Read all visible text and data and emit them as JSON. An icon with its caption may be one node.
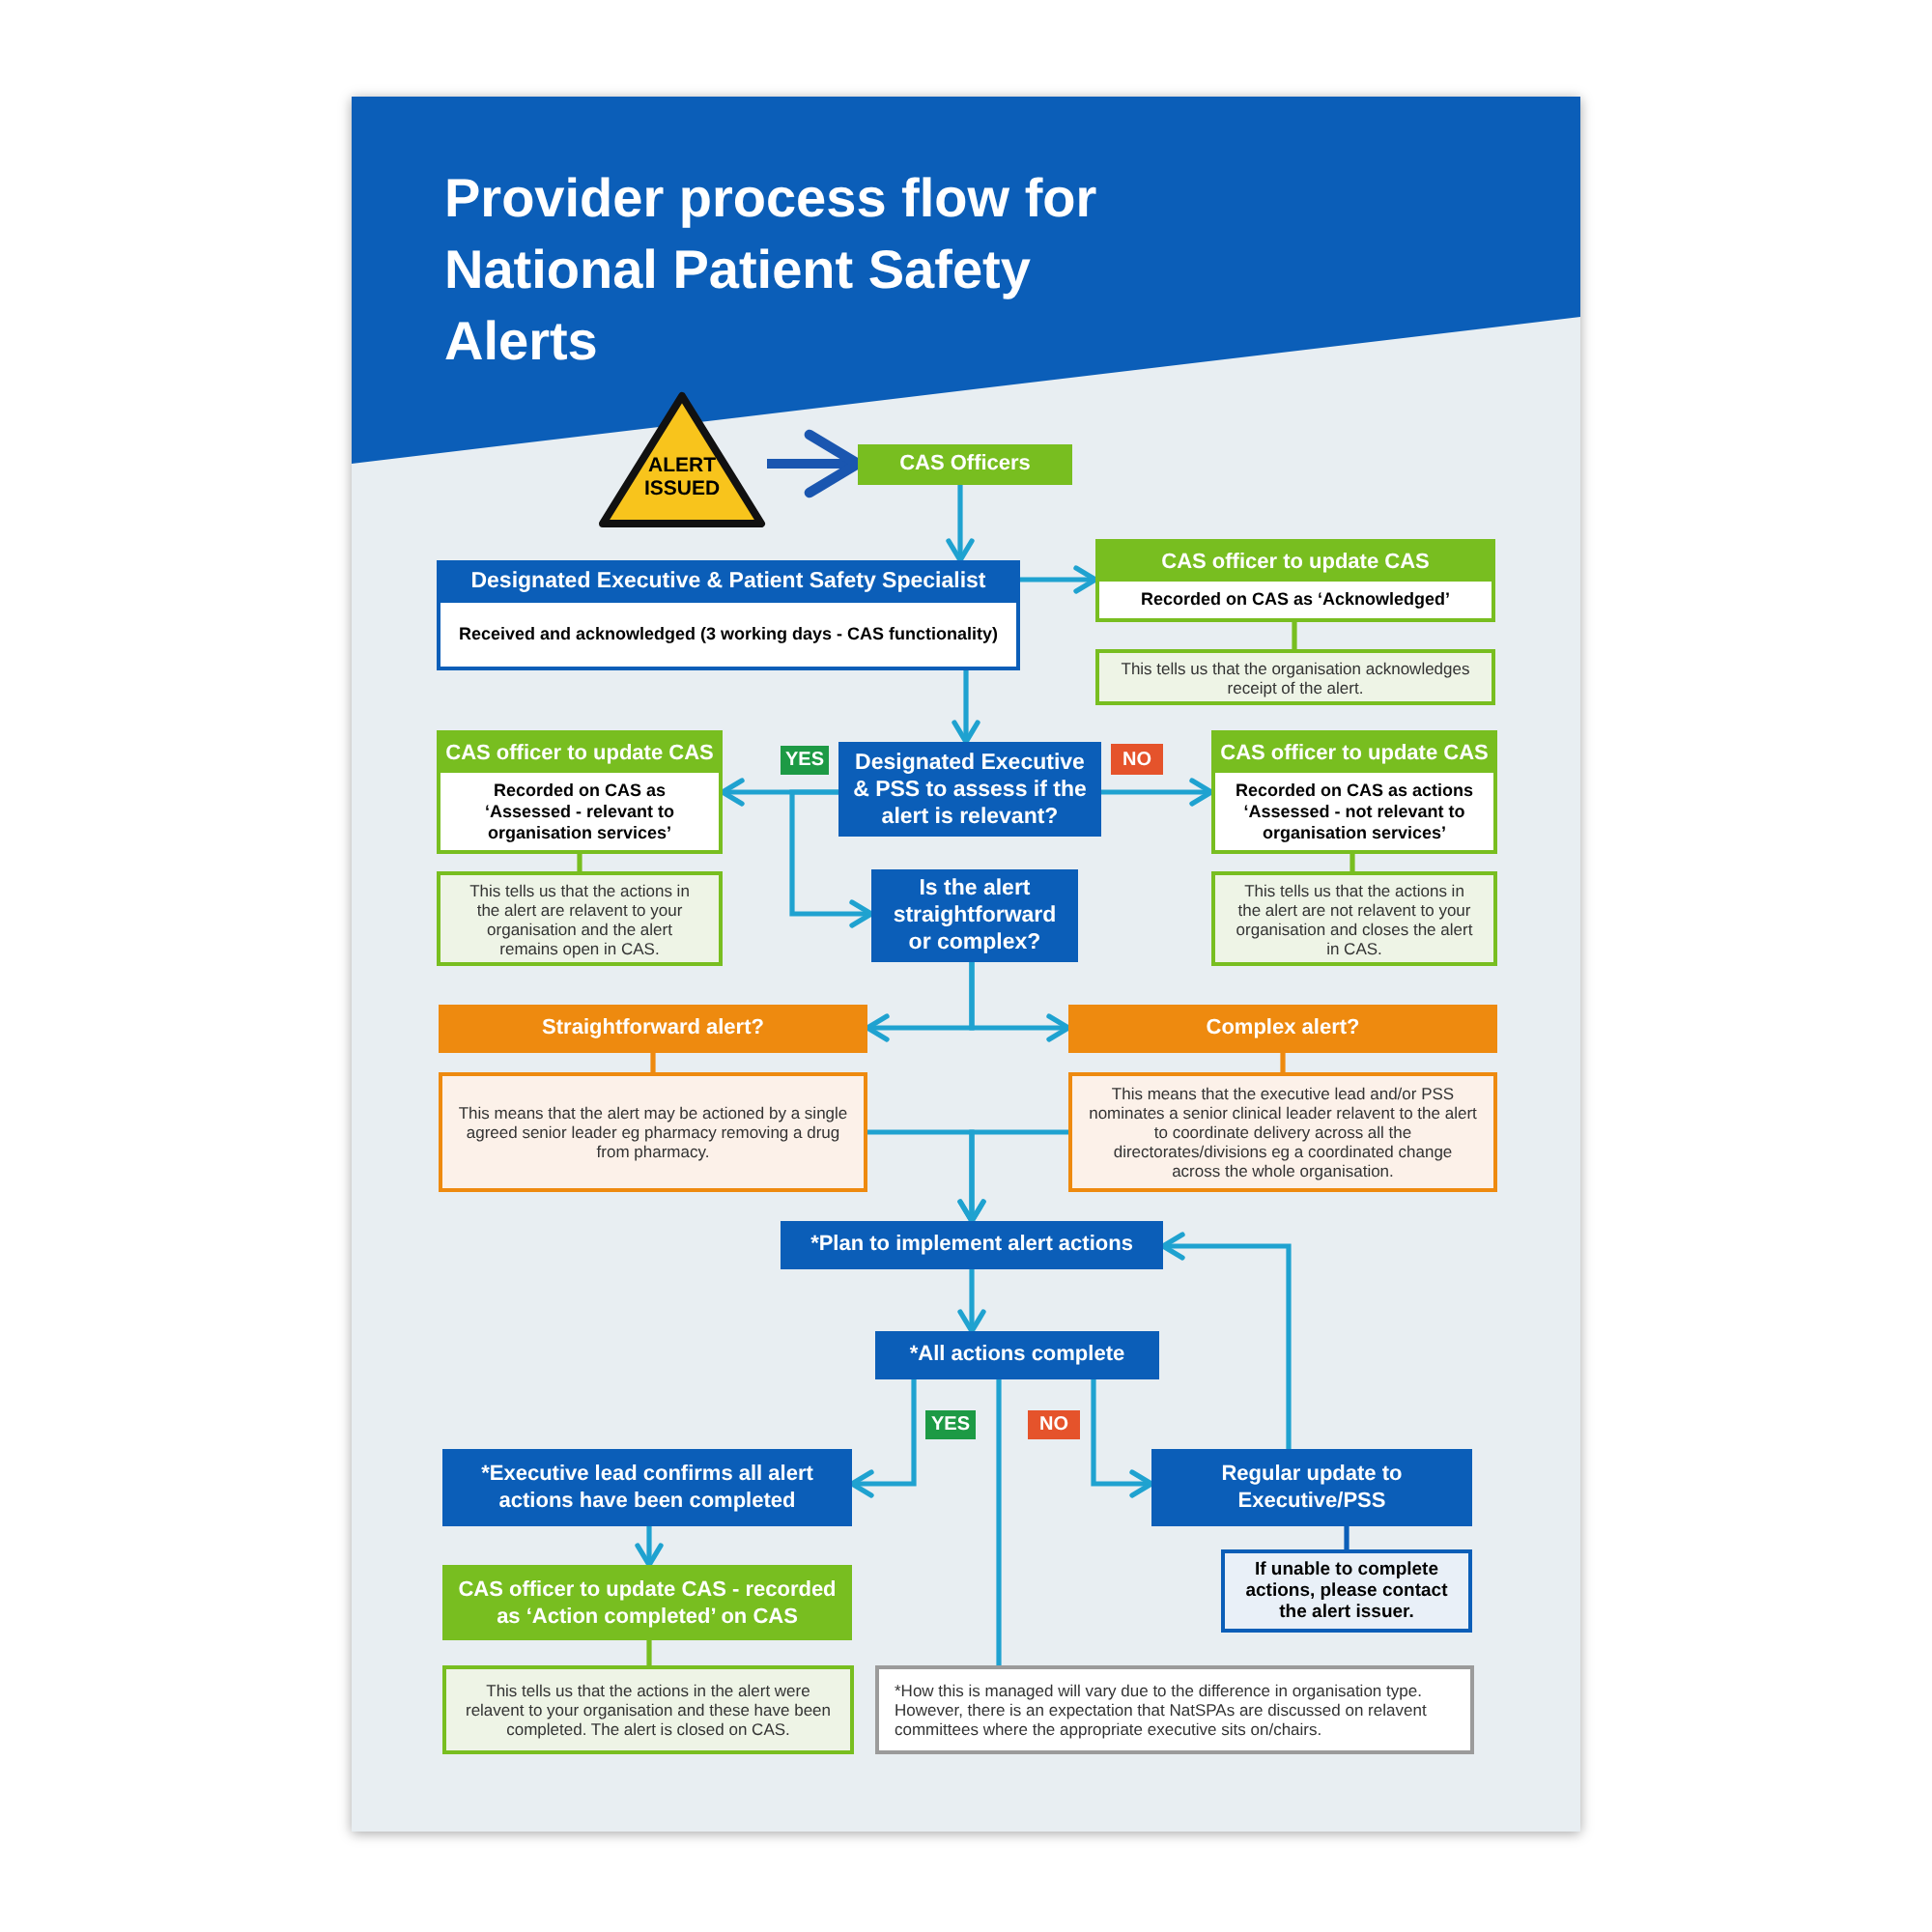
{
  "diagram": {
    "title": "Provider process flow for National Patient Safety Alerts",
    "nodes": [
      {
        "text": [
          "ALERT ISSUED"
        ]
      },
      {
        "text": [
          "CAS Officers"
        ]
      },
      {
        "text": [
          "Designated Executive & Patient Safety Specialist",
          "Received and acknowledged (3 working days - CAS functionality)"
        ]
      },
      {
        "text": [
          "CAS officer to update CAS",
          "Recorded on CAS as ‘Acknowledged’"
        ]
      },
      {
        "text": [
          "This tells us that the organisation acknowledges receipt of the alert."
        ]
      },
      {
        "text": [
          "CAS officer to update CAS",
          "Recorded on CAS as ‘Assessed - relevant to organisation services’"
        ]
      },
      {
        "text": [
          "This tells us that the actions in the alert are relavent to your organisation and the alert remains open in CAS."
        ]
      },
      {
        "text": [
          "Designated Executive & PSS to assess if the alert is relevant?"
        ]
      },
      {
        "text": [
          "CAS officer to update CAS",
          "Recorded on CAS as actions ‘Assessed - not relevant to organisation services’"
        ]
      },
      {
        "text": [
          "This tells us that the actions in the alert are not relavent to your organisation and closes the alert in CAS."
        ]
      },
      {
        "text": [
          "Is the alert straightforward or complex?"
        ]
      },
      {
        "text": [
          "Straightforward alert?"
        ]
      },
      {
        "text": [
          "This means that the alert may be actioned by a single agreed senior leader eg pharmacy removing a drug from pharmacy."
        ]
      },
      {
        "text": [
          "Complex alert?"
        ]
      },
      {
        "text": [
          "This means that the executive lead and/or PSS nominates a senior clinical leader relavent to the alert to coordinate delivery across all the directorates/divisions eg a coordinated change across the whole organisation."
        ]
      },
      {
        "text": [
          "*Plan to implement alert actions"
        ]
      },
      {
        "text": [
          "*All actions complete"
        ]
      },
      {
        "text": [
          "*Executive lead confirms all alert actions have been completed"
        ]
      },
      {
        "text": [
          "Regular update to Executive/PSS"
        ]
      },
      {
        "text": [
          "If unable to complete actions, please contact the alert issuer."
        ]
      },
      {
        "text": [
          "CAS officer to update CAS - recorded as ‘Action completed’ on CAS"
        ]
      },
      {
        "text": [
          "This tells us that the actions in the alert were relavent to your organisation and these have been completed. The alert is closed on CAS."
        ]
      },
      {
        "text": [
          "*How this is managed will vary due to the difference in organisation type. However, there is an expectation that NatSPAs are discussed on relavent committees where the appropriate executive sits on/chairs."
        ]
      }
    ],
    "edges": [
      {
        "from": 0,
        "to": 1,
        "arrow": "to",
        "style": "thick",
        "color": "#1a56b0"
      },
      {
        "from": 1,
        "to": 2,
        "arrow": "to"
      },
      {
        "from": 2,
        "to": 3,
        "arrow": "to"
      },
      {
        "from": 3,
        "to": 4,
        "arrow": "none",
        "color": "#78be20"
      },
      {
        "from": 2,
        "to": 7,
        "arrow": "to"
      },
      {
        "from": 7,
        "to": 5,
        "arrow": "to",
        "label": "YES"
      },
      {
        "from": 7,
        "to": 8,
        "arrow": "to",
        "label": "NO"
      },
      {
        "from": 7,
        "to": 10,
        "arrow": "to"
      },
      {
        "from": 5,
        "to": 6,
        "arrow": "none",
        "color": "#78be20"
      },
      {
        "from": 8,
        "to": 9,
        "arrow": "none",
        "color": "#78be20"
      },
      {
        "from": 10,
        "to": 11,
        "arrow": "to"
      },
      {
        "from": 10,
        "to": 13,
        "arrow": "to"
      },
      {
        "from": 11,
        "to": 12,
        "arrow": "none",
        "color": "#ee8a0f"
      },
      {
        "from": 13,
        "to": 14,
        "arrow": "none",
        "color": "#ee8a0f"
      },
      {
        "from": 12,
        "to": 15,
        "arrow": "to"
      },
      {
        "from": 14,
        "to": 15,
        "arrow": "to"
      },
      {
        "from": 15,
        "to": 16,
        "arrow": "to"
      },
      {
        "from": 16,
        "to": 17,
        "arrow": "to",
        "label": "YES"
      },
      {
        "from": 16,
        "to": 18,
        "arrow": "to",
        "label": "NO"
      },
      {
        "from": 18,
        "to": 15,
        "arrow": "to"
      },
      {
        "from": 17,
        "to": 20,
        "arrow": "to"
      },
      {
        "from": 20,
        "to": 21,
        "arrow": "none",
        "color": "#78be20"
      },
      {
        "from": 18,
        "to": 19,
        "arrow": "none",
        "color": "#0b5eb8"
      },
      {
        "from": 16,
        "to": 22,
        "arrow": "none"
      }
    ]
  }
}
